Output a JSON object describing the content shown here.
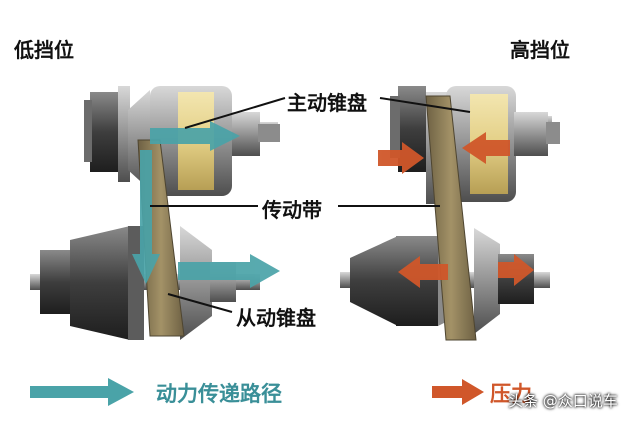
{
  "labels": {
    "low_gear": "低挡位",
    "high_gear": "高挡位",
    "drive_pulley": "主动锥盘",
    "belt": "传动带",
    "driven_pulley": "从动锥盘"
  },
  "legend": {
    "power_path": "动力传递路径",
    "pressure": "压力"
  },
  "watermark": "头条 @众口说车",
  "colors": {
    "power_arrow": "#4aa3a8",
    "pressure_arrow": "#d0572a",
    "pulley_metal": "#9a9a9a",
    "pulley_gold": "#e3cf86",
    "belt": "#8a7a55"
  }
}
